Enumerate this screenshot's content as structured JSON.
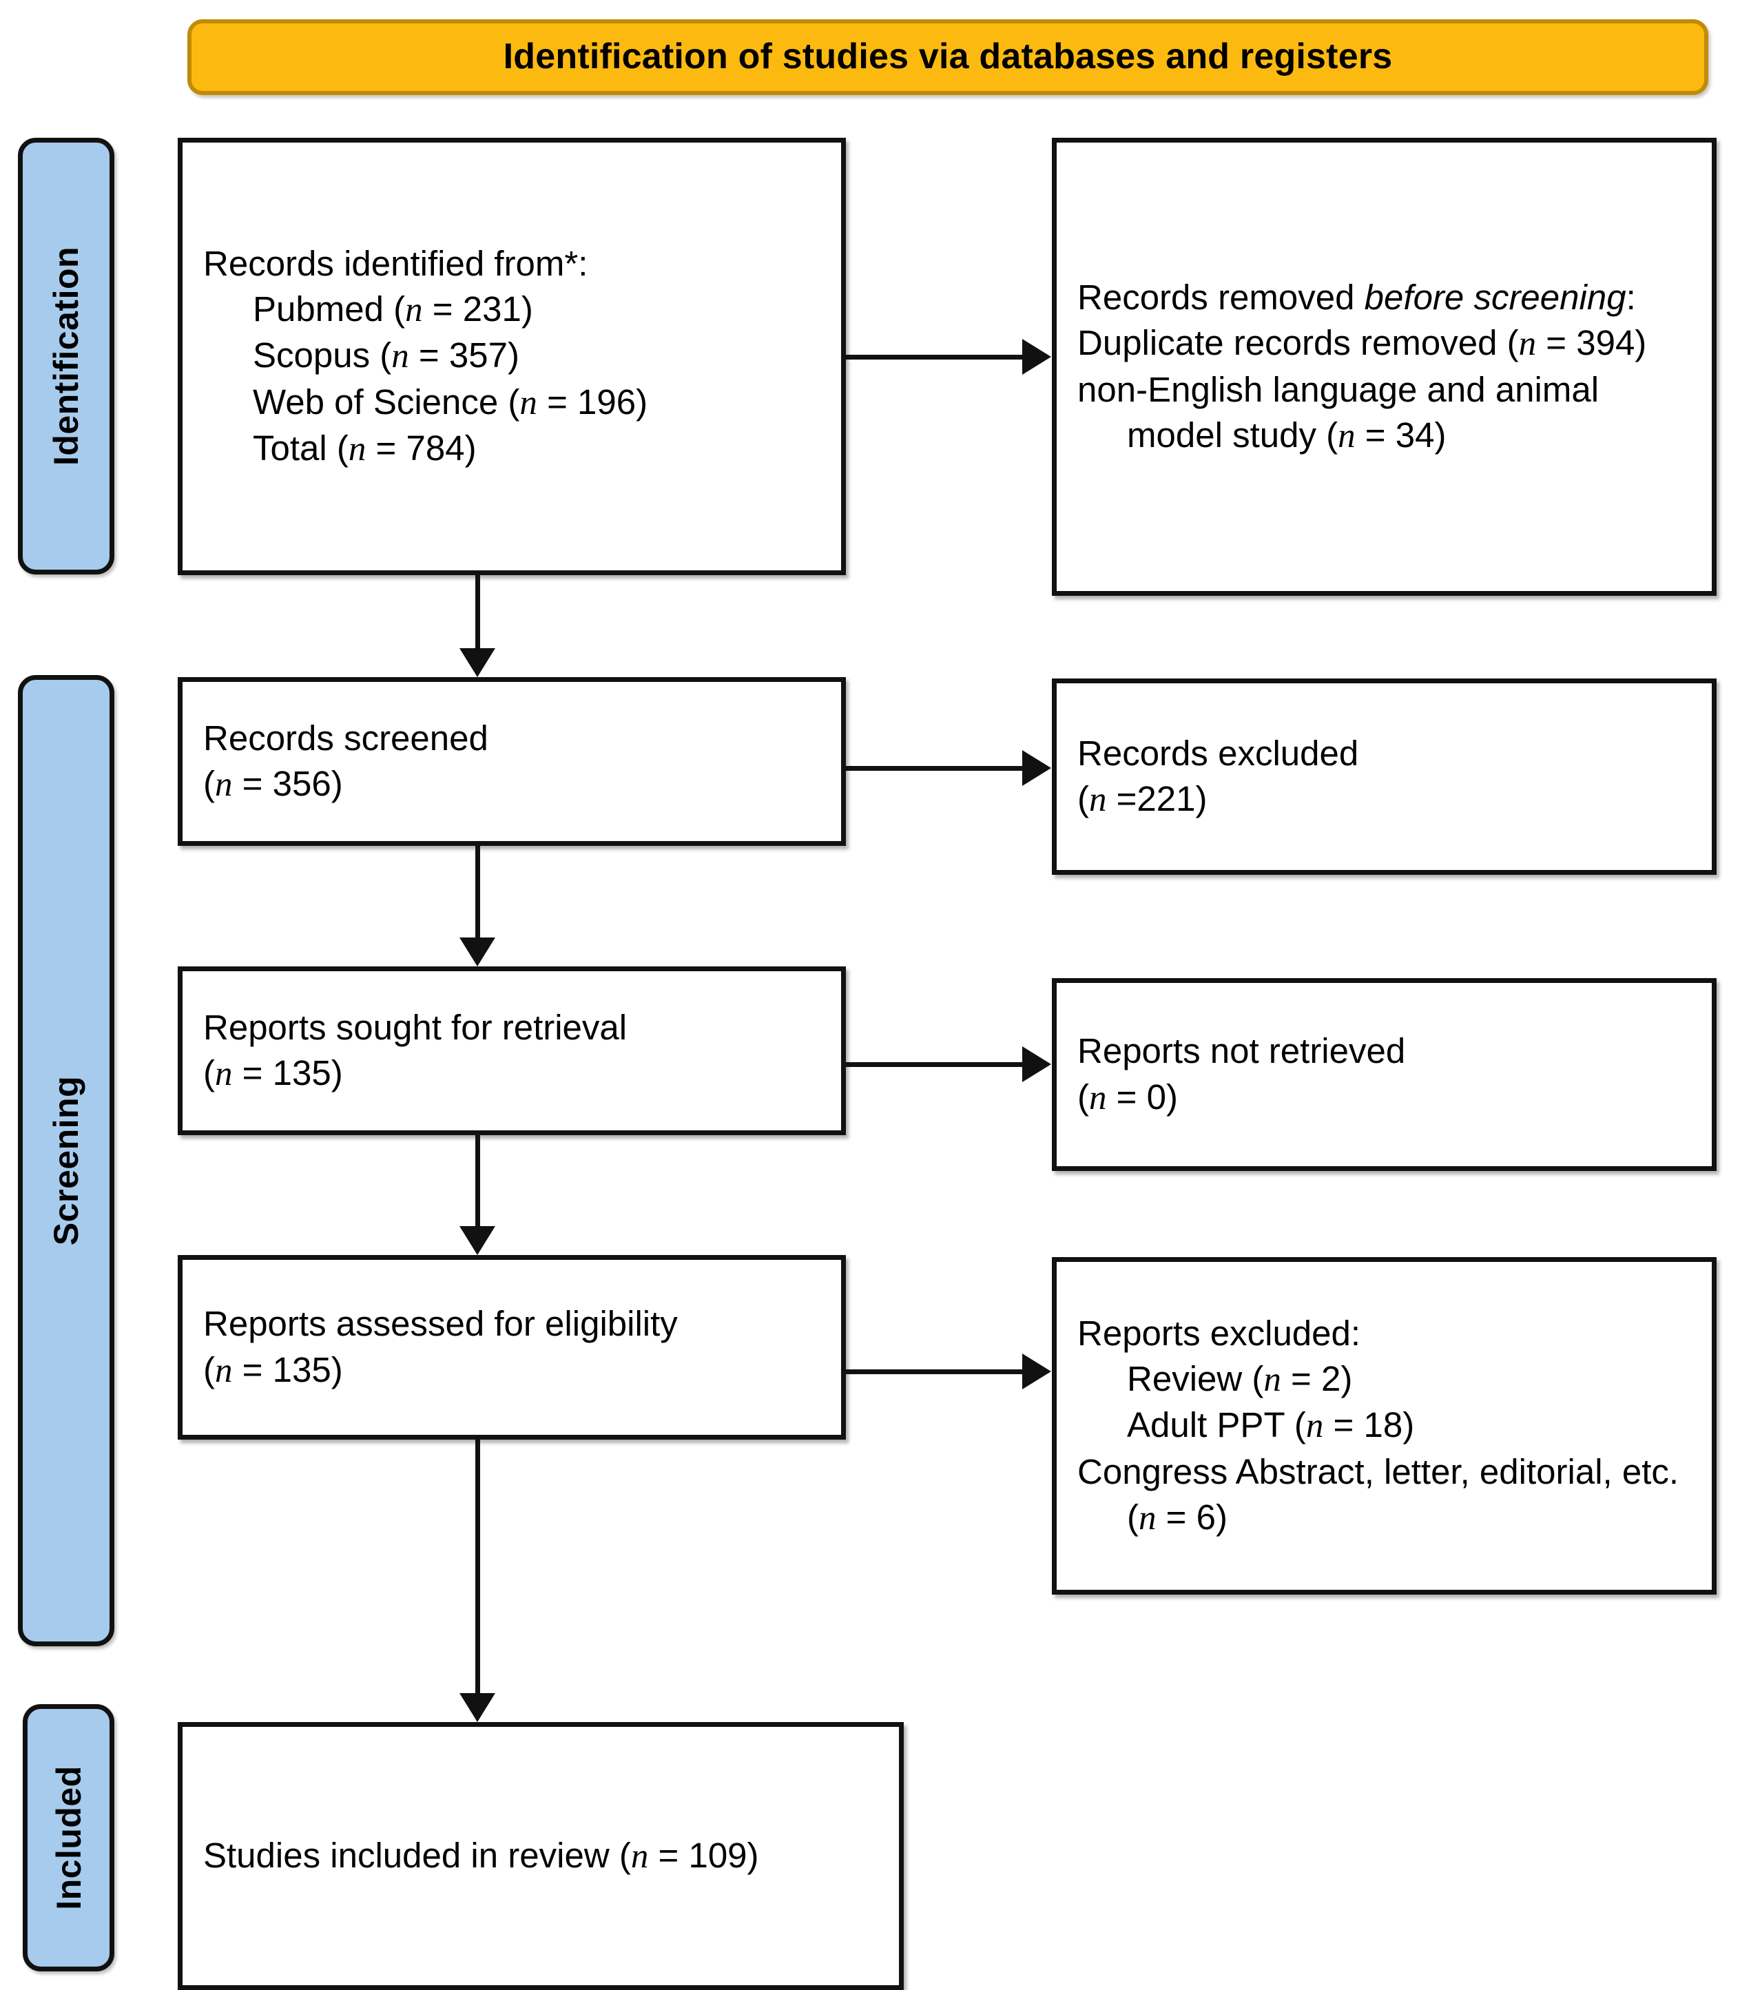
{
  "banner": {
    "title": "Identification of studies via databases and registers"
  },
  "stages": {
    "identification": "Identification",
    "screening": "Screening",
    "included": "Included"
  },
  "boxes": {
    "identified": {
      "heading": "Records identified from*:",
      "items": [
        "Pubmed (n = 231)",
        "Scopus (n = 357)",
        "Web of Science (n = 196)",
        "Total (n = 784)"
      ]
    },
    "removed": {
      "heading_plain": "Records removed ",
      "heading_italic": "before screening",
      "heading_colon": ":",
      "items": [
        "Duplicate records removed (n = 394)",
        "non-English language and animal model study (n = 34)"
      ]
    },
    "screened": {
      "line1": "Records screened",
      "line2": "(n = 356)"
    },
    "records_excluded": {
      "line1": "Records excluded",
      "line2": "(n =221)"
    },
    "sought": {
      "line1": "Reports sought for retrieval",
      "line2": "(n = 135)"
    },
    "not_retrieved": {
      "line1": "Reports not retrieved",
      "line2": "(n = 0)"
    },
    "assessed": {
      "line1": "Reports assessed for eligibility",
      "line2": "(n = 135)"
    },
    "reports_excluded": {
      "heading": "Reports excluded:",
      "items": [
        "Review (n = 2)",
        "Adult PPT (n = 18)",
        "Congress Abstract, letter, editorial, etc. (n = 6)"
      ]
    },
    "included": {
      "line1": "Studies included in review (n = 109)"
    }
  },
  "colors": {
    "banner_fill": "#FCBA10",
    "banner_border": "#C08C06",
    "stage_fill": "#A7CBEC",
    "stroke": "#111111",
    "box_fill": "#FFFFFF"
  }
}
